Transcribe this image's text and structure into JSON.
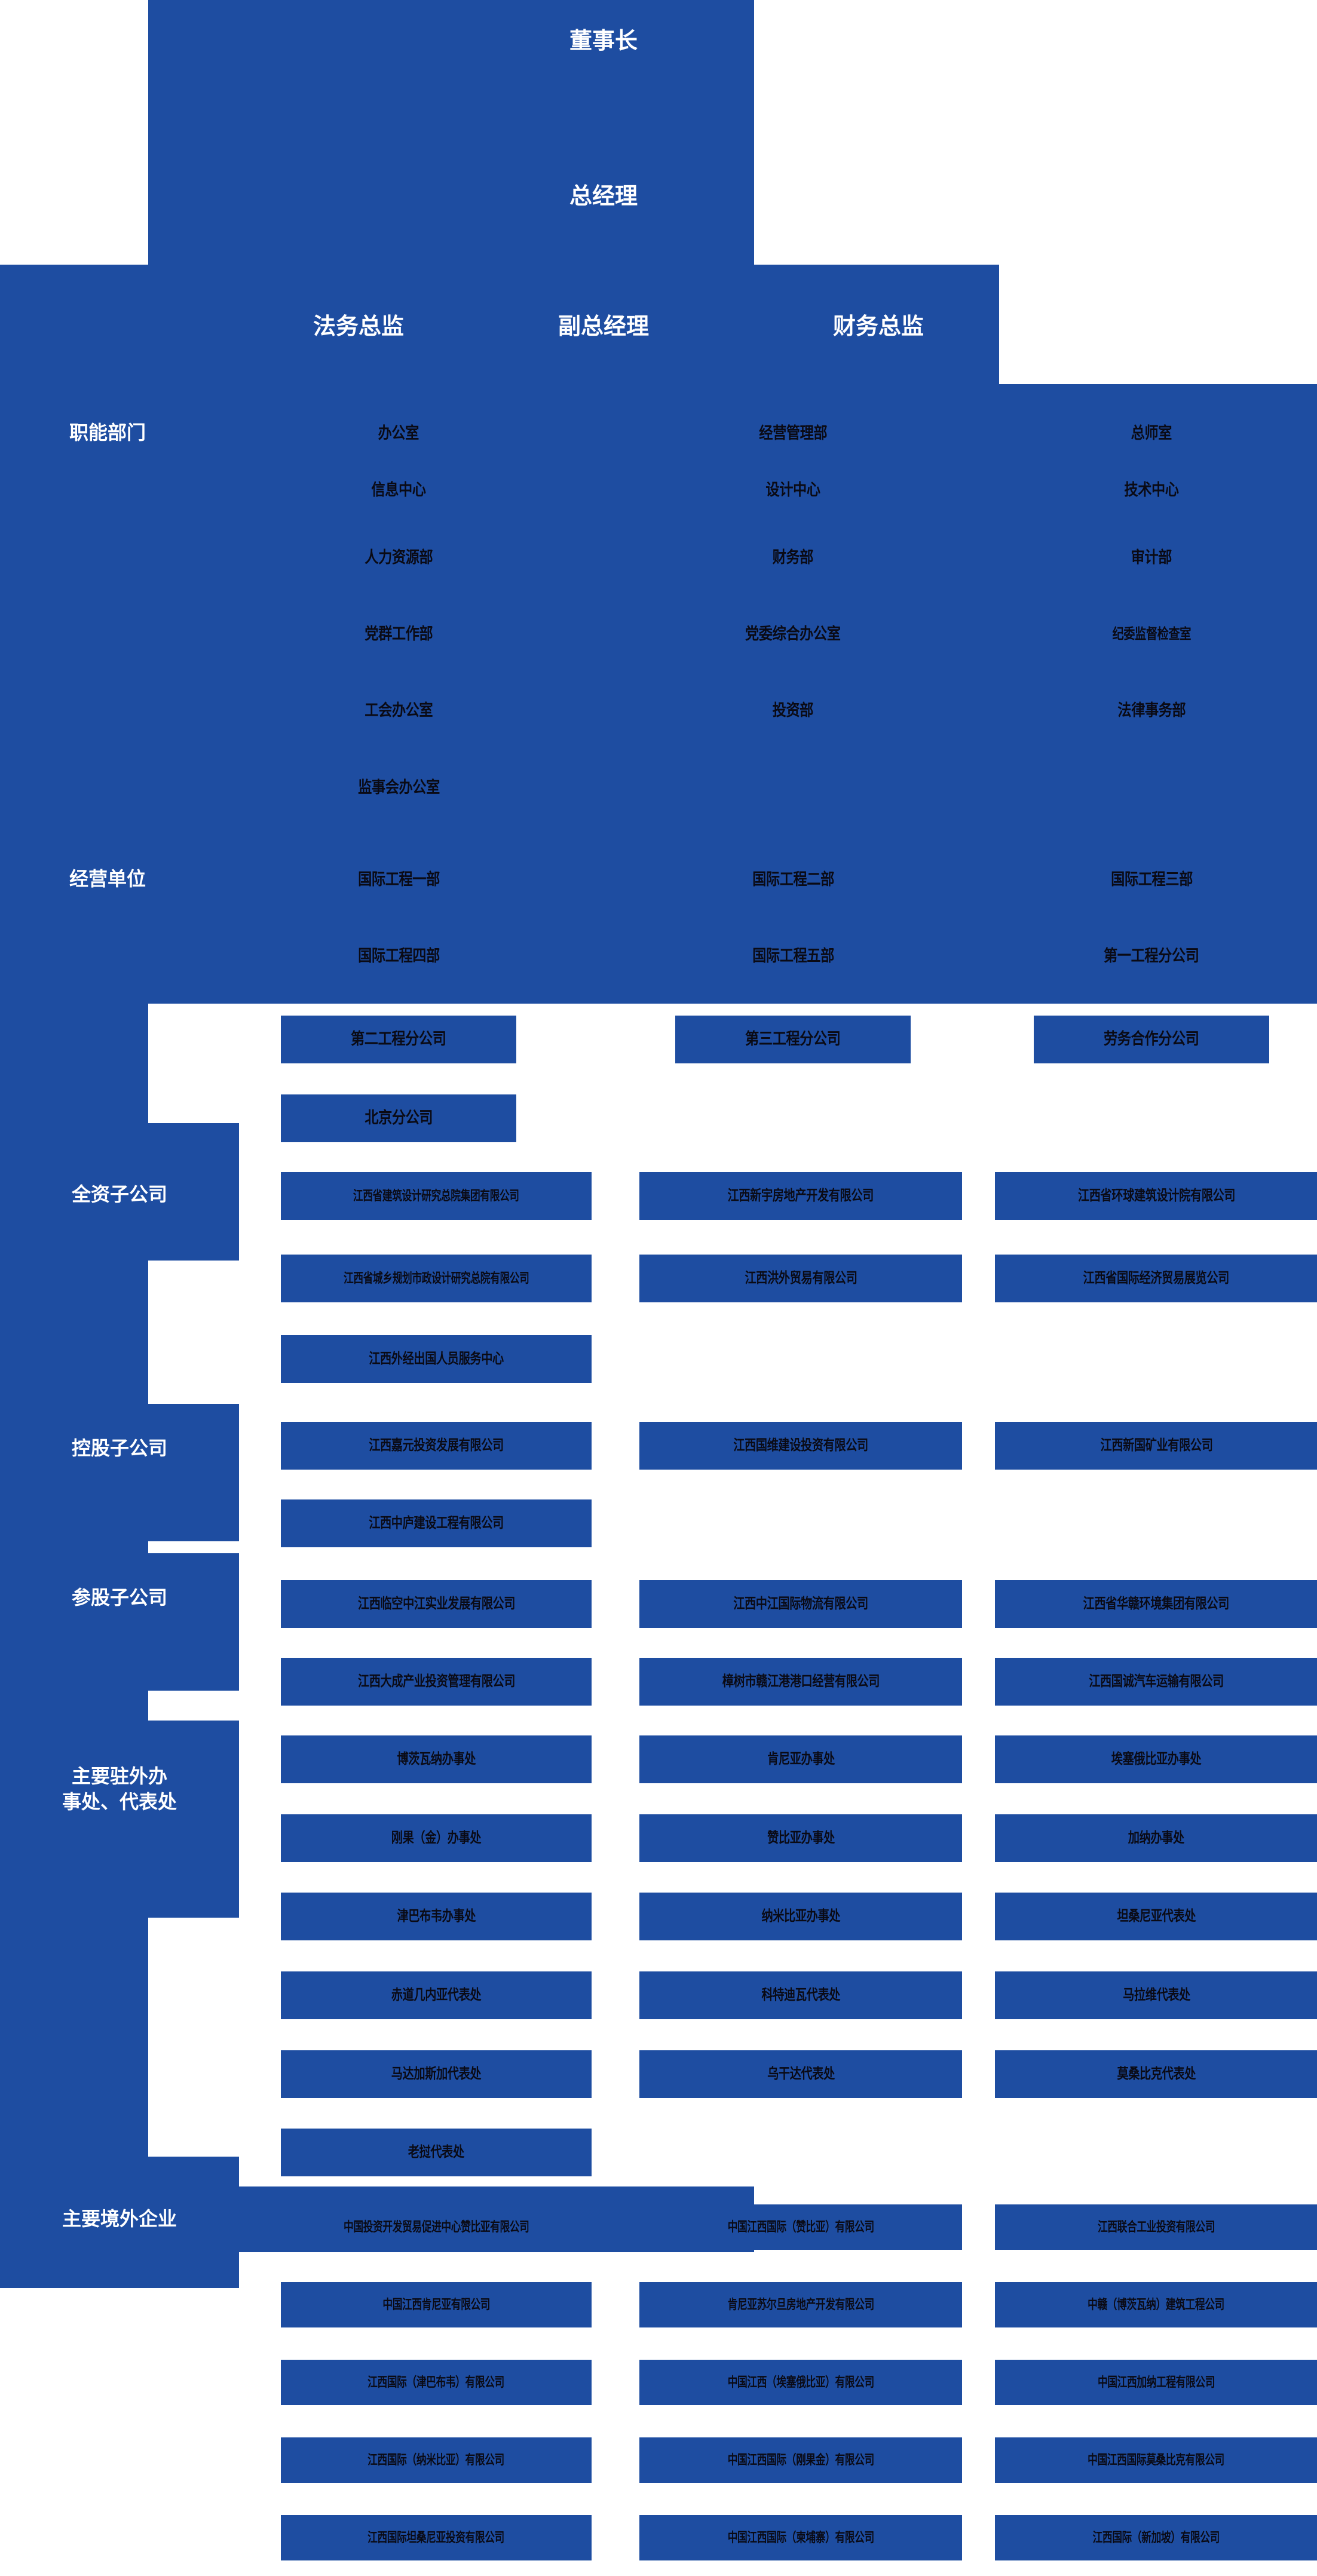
{
  "theme": {
    "brand_blue": "#1e4da1",
    "background": "#ffffff",
    "label_text": "#ffffff",
    "node_text": "#0a0a14"
  },
  "executives": [
    {
      "title": "董事长"
    },
    {
      "title": "总经理"
    },
    {
      "title": "法务总监"
    },
    {
      "title": "副总经理"
    },
    {
      "title": "财务总监"
    }
  ],
  "sections": [
    {
      "label": "职能部门",
      "columns": [
        [
          "办公室",
          "信息中心",
          "人力资源部",
          "党群工作部",
          "工会办公室",
          "监事会办公室"
        ],
        [
          "经营管理部",
          "设计中心",
          "财务部",
          "党委综合办公室",
          "投资部"
        ],
        [
          "总师室",
          "技术中心",
          "审计部",
          "纪委监督检查室",
          "法律事务部"
        ]
      ]
    },
    {
      "label": "经营单位",
      "columns": [
        [
          "国际工程一部",
          "国际工程四部",
          "第二工程分公司",
          "北京分公司"
        ],
        [
          "国际工程二部",
          "国际工程五部",
          "第三工程分公司"
        ],
        [
          "国际工程三部",
          "第一工程分公司",
          "劳务合作分公司"
        ]
      ]
    },
    {
      "label": "全资子公司",
      "columns": [
        [
          "江西省建筑设计研究总院集团有限公司",
          "江西省城乡规划市政设计研究总院有限公司",
          "江西外经出国人员服务中心"
        ],
        [
          "江西新宇房地产开发有限公司",
          "江西洪外贸易有限公司"
        ],
        [
          "江西省环球建筑设计院有限公司",
          "江西省国际经济贸易展览公司"
        ]
      ]
    },
    {
      "label": "控股子公司",
      "columns": [
        [
          "江西嘉元投资发展有限公司",
          "江西中庐建设工程有限公司"
        ],
        [
          "江西国维建设投资有限公司"
        ],
        [
          "江西新国矿业有限公司"
        ]
      ]
    },
    {
      "label": "参股子公司",
      "columns": [
        [
          "江西临空中江实业发展有限公司",
          "江西大成产业投资管理有限公司"
        ],
        [
          "江西中江国际物流有限公司",
          "樟树市赣江港港口经营有限公司"
        ],
        [
          "江西省华赣环境集团有限公司",
          "江西国诚汽车运输有限公司"
        ]
      ]
    },
    {
      "label": "主要驻外办事处、代表处",
      "label_lines": [
        "主要驻外办",
        "事处、代表处"
      ],
      "columns": [
        [
          "博茨瓦纳办事处",
          "刚果（金）办事处",
          "津巴布韦办事处",
          "赤道几内亚代表处",
          "马达加斯加代表处",
          "老挝代表处"
        ],
        [
          "肯尼亚办事处",
          "赞比亚办事处",
          "纳米比亚办事处",
          "科特迪瓦代表处",
          "乌干达代表处"
        ],
        [
          "埃塞俄比亚办事处",
          "加纳办事处",
          "坦桑尼亚代表处",
          "马拉维代表处",
          "莫桑比克代表处"
        ]
      ]
    },
    {
      "label": "主要境外企业",
      "columns": [
        [
          "中国投资开发贸易促进中心赞比亚有限公司",
          "中国江西肯尼亚有限公司",
          "江西国际（津巴布韦）有限公司",
          "江西国际（纳米比亚）有限公司",
          "江西国际坦桑尼亚投资有限公司"
        ],
        [
          "中国江西国际（赞比亚）有限公司",
          "肯尼亚苏尔旦房地产开发有限公司",
          "中国江西（埃塞俄比亚）有限公司",
          "中国江西国际（刚果金）有限公司",
          "中国江西国际（柬埔寨）有限公司"
        ],
        [
          "江西联合工业投资有限公司",
          "中赣（博茨瓦纳）建筑工程公司",
          "中国江西加纳工程有限公司",
          "中国江西国际莫桑比克有限公司",
          "江西国际（新加坡）有限公司"
        ]
      ]
    }
  ]
}
